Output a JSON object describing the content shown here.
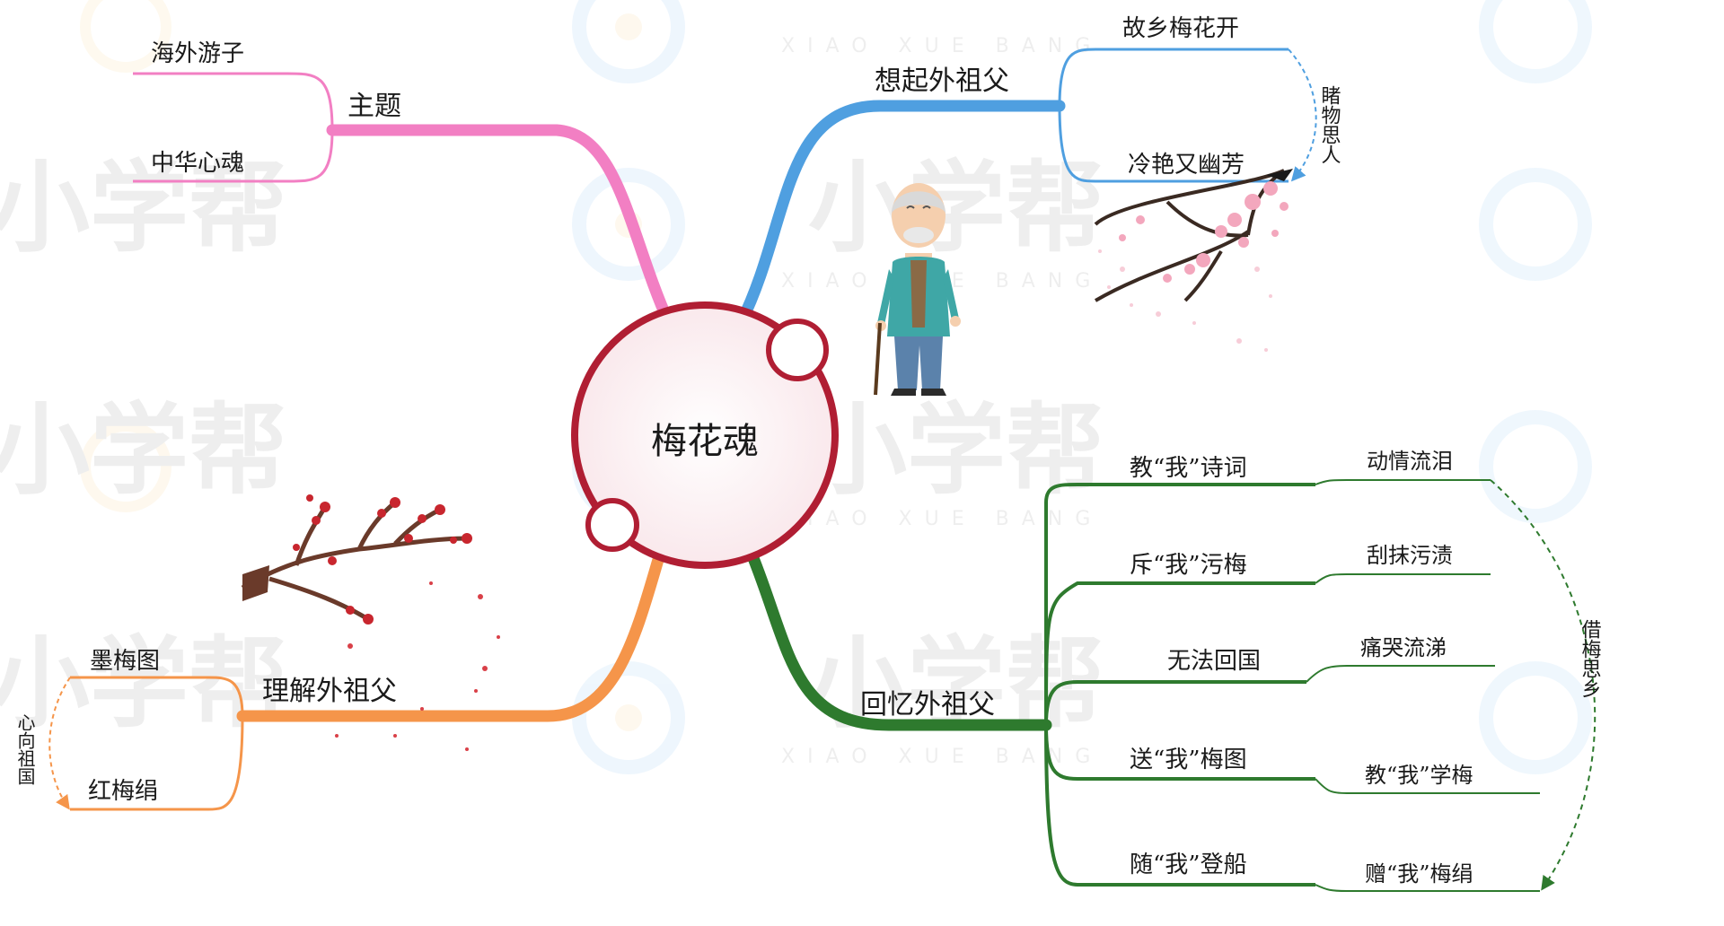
{
  "watermark": {
    "main": "小学帮",
    "sub": "XIAO XUE BANG"
  },
  "center": {
    "title": "梅花魂"
  },
  "theme": {
    "label": "主题",
    "leaves": [
      "海外游子",
      "中华心魂"
    ]
  },
  "recall_grandpa": {
    "label": "想起外祖父",
    "leaves": [
      "故乡梅花开",
      "冷艳又幽芳"
    ],
    "bracket_note": "睹物思人"
  },
  "understand_grandpa": {
    "label": "理解外祖父",
    "leaves": [
      "墨梅图",
      "红梅绢"
    ],
    "bracket_note": "心向祖国"
  },
  "remember_grandpa": {
    "label": "回忆外祖父",
    "events": [
      "教“我”诗词",
      "斥“我”污梅",
      "无法回国",
      "送“我”梅图",
      "随“我”登船"
    ],
    "reactions": [
      "动情流泪",
      "刮抹污渍",
      "痛哭流涕",
      "教“我”学梅",
      "赠“我”梅绢"
    ],
    "bracket_note": "借梅思乡"
  },
  "colors": {
    "center_stroke": "#b01e33",
    "center_fill": "#fbeef1",
    "theme": "#f27fc3",
    "recall": "#4f9fe0",
    "understand": "#f5954a",
    "remember": "#2e7a2e"
  },
  "icons": [
    "grandfather-illustration",
    "plum-branch-pink",
    "plum-branch-red"
  ]
}
